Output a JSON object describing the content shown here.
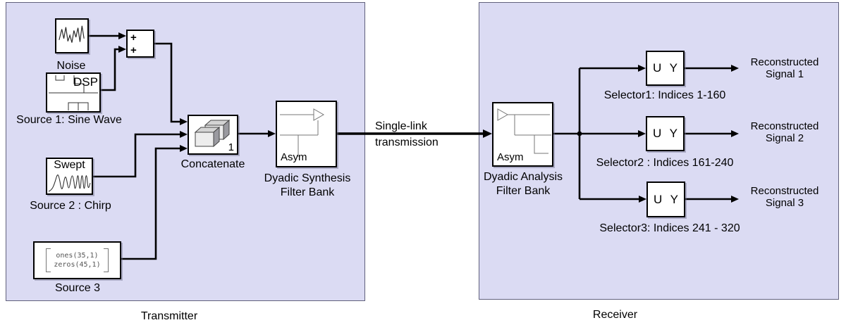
{
  "colors": {
    "region_fill": "#dbdbf3",
    "region_border": "#61617c",
    "wire": "#000000",
    "icon_line": "#777777"
  },
  "transmitter": {
    "label": "Transmitter",
    "noise": {
      "label": "Noise"
    },
    "source1": {
      "label": "Source 1: Sine Wave",
      "icon_text": "DSP"
    },
    "sum": {
      "sign1": "+",
      "sign2": "+"
    },
    "source2": {
      "label": "Source 2 : Chirp",
      "icon_text": "Swept"
    },
    "source3": {
      "label": "Source 3",
      "row1": "ones(35,1)",
      "row2": "zeros(45,1)"
    },
    "concatenate": {
      "label": "Concatenate",
      "port": "1"
    },
    "synthesis": {
      "icon_text": "Asym",
      "label1": "Dyadic Synthesis",
      "label2": "Filter Bank"
    }
  },
  "link": {
    "label1": "Single-link",
    "label2": "transmission"
  },
  "receiver": {
    "label": "Receiver",
    "analysis": {
      "icon_text": "Asym",
      "label1": "Dyadic Analysis",
      "label2": "Filter Bank"
    },
    "selectors": [
      {
        "u": "U",
        "y": "Y",
        "label": "Selector1: Indices 1-160",
        "out1": "Reconstructed",
        "out2": "Signal 1"
      },
      {
        "u": "U",
        "y": "Y",
        "label": "Selector2 : Indices 161-240",
        "out1": "Reconstructed",
        "out2": "Signal 2"
      },
      {
        "u": "U",
        "y": "Y",
        "label": "Selector3: Indices 241 - 320",
        "out1": "Reconstructed",
        "out2": "Signal 3"
      }
    ]
  }
}
